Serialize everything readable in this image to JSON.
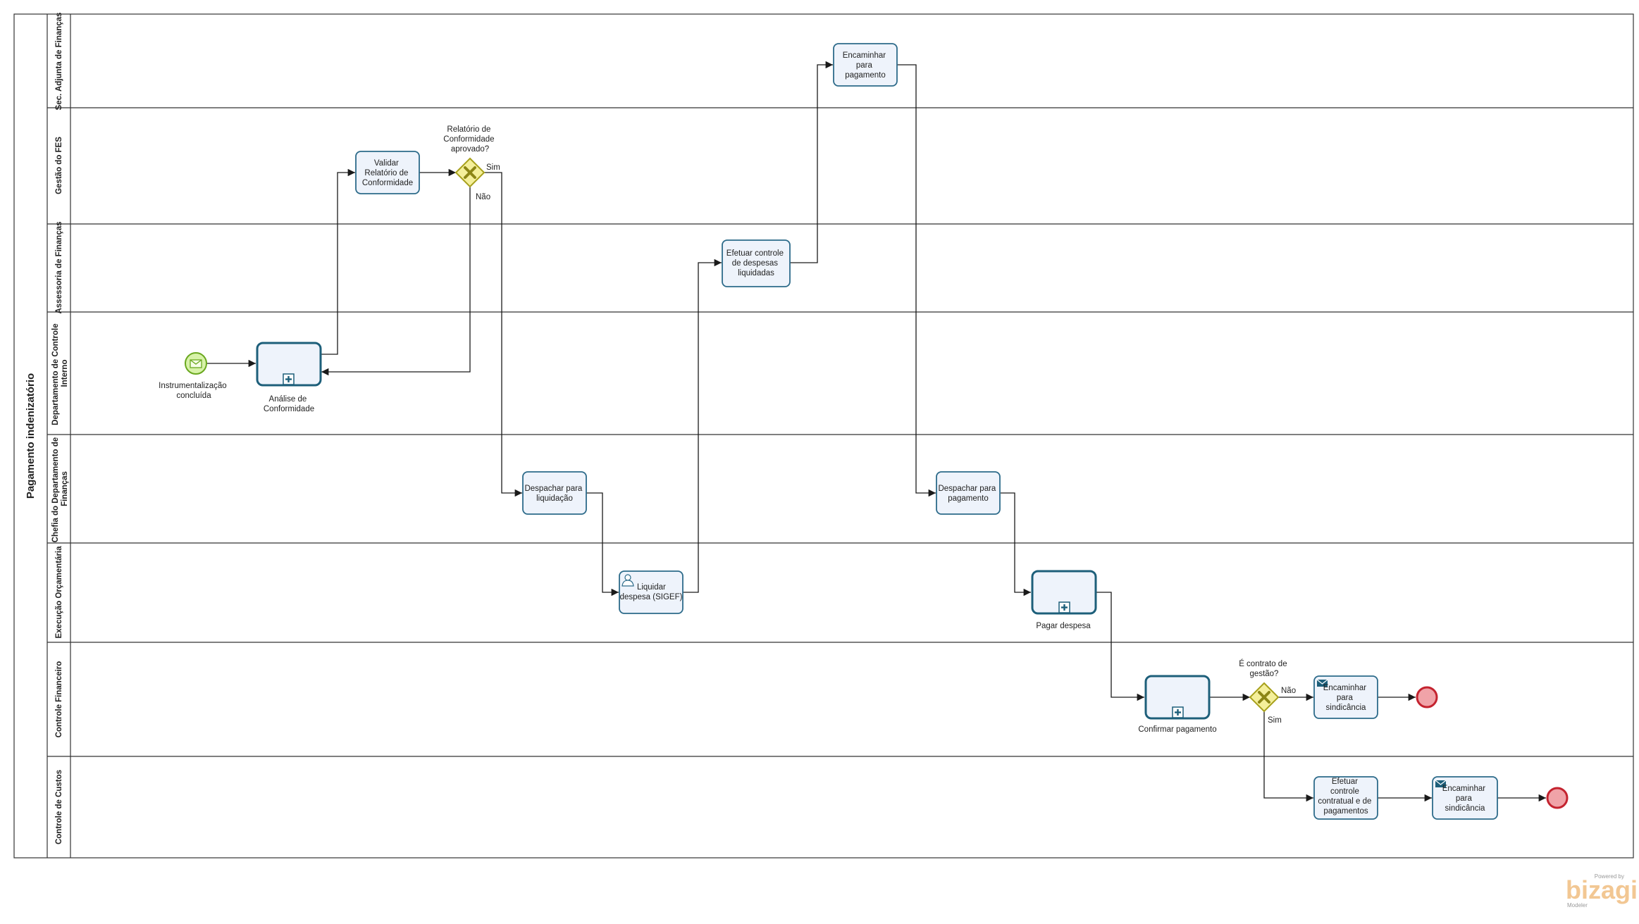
{
  "pool": {
    "title": "Pagamento indenizatório"
  },
  "lanes": [
    {
      "id": "lane-sec-adjunta",
      "title": "Sec. Adjunta de Finanças"
    },
    {
      "id": "lane-gestao-fes",
      "title": "Gestão do FES"
    },
    {
      "id": "lane-assessoria",
      "title": "Assessoria de Finanças"
    },
    {
      "id": "lane-controle-interno",
      "title": "Departamento de Controle Interno"
    },
    {
      "id": "lane-chefia",
      "title": "Chefia do Departamento de Finanças"
    },
    {
      "id": "lane-execucao",
      "title": "Execução Orçamentária"
    },
    {
      "id": "lane-controle-financeiro",
      "title": "Controle Financeiro"
    },
    {
      "id": "lane-controle-custos",
      "title": "Controle de Custos"
    }
  ],
  "events": {
    "start": {
      "label": "Instrumentalização concluída",
      "type": "message-start"
    },
    "end1": {
      "type": "end"
    },
    "end2": {
      "type": "end"
    }
  },
  "tasks": {
    "analise": {
      "label": "Análise de Conformidade",
      "type": "subprocess"
    },
    "validar": {
      "label": "Validar Relatório de Conformidade",
      "type": "task"
    },
    "encaminhar_pag": {
      "label": "Encaminhar para pagamento",
      "type": "task"
    },
    "efetuar_controle": {
      "label": "Efetuar controle de despesas liquidadas",
      "type": "task"
    },
    "despachar_liq": {
      "label": "Despachar para liquidação",
      "type": "task"
    },
    "despachar_pag": {
      "label": "Despachar para pagamento",
      "type": "task"
    },
    "liquidar": {
      "label": "Liquidar despesa (SIGEF)",
      "type": "user-task"
    },
    "pagar": {
      "label": "Pagar despesa",
      "type": "subprocess"
    },
    "confirmar": {
      "label": "Confirmar pagamento",
      "type": "subprocess"
    },
    "encaminhar_sind1": {
      "label": "Encaminhar para sindicância",
      "type": "send-task"
    },
    "efetuar_contratual": {
      "label": "Efetuar controle contratual e de pagamentos",
      "type": "task"
    },
    "encaminhar_sind2": {
      "label": "Encaminhar para sindicância",
      "type": "send-task"
    }
  },
  "gateways": {
    "g1": {
      "label": "Relatório de Conformidade aprovado?",
      "yes": "Sim",
      "no": "Não"
    },
    "g2": {
      "label": "É contrato de gestão?",
      "yes": "Sim",
      "no": "Não"
    }
  },
  "branding": {
    "powered": "Powered by",
    "name": "bizagi",
    "product": "Modeler"
  }
}
